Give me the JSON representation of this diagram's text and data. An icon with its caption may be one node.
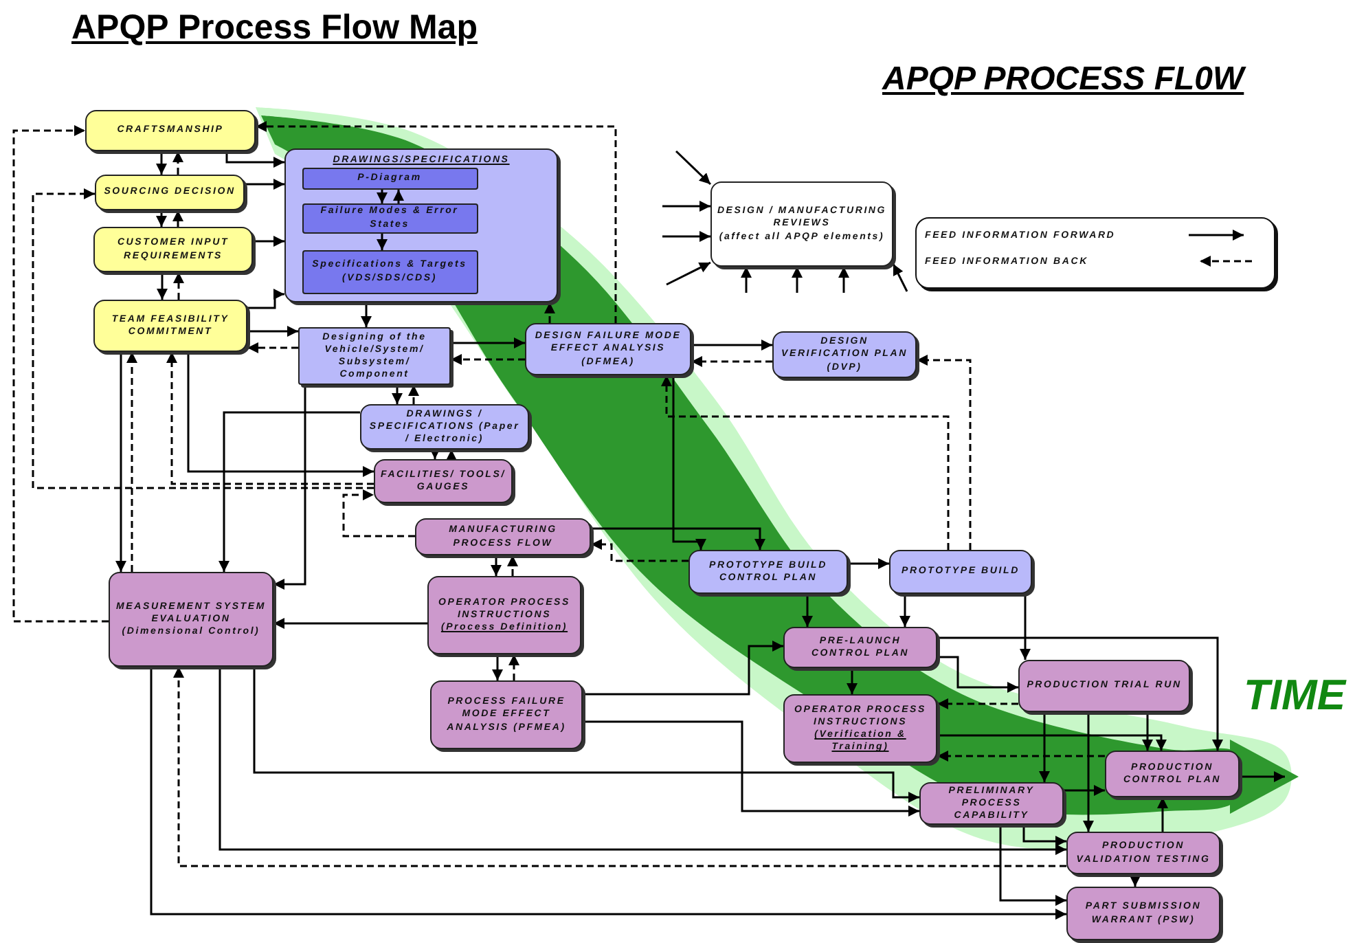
{
  "diagram": {
    "title": "APQP Process Flow Map",
    "nodes": [
      {
        "text": [
          "CRAFTSMANSHIP"
        ]
      },
      {
        "text": [
          "SOURCING DECISION"
        ]
      },
      {
        "text": [
          "CUSTOMER INPUT REQUIREMENTS"
        ]
      },
      {
        "text": [
          "TEAM FEASIBILITY COMMITMENT"
        ]
      },
      {
        "text": [
          "DRAWINGS/SPECIFICATIONS"
        ]
      },
      {
        "text": [
          "P-Diagram"
        ],
        "in": 4
      },
      {
        "text": [
          "Failure Modes & Error States"
        ],
        "in": 4
      },
      {
        "text": [
          "Specifications & Targets (VDS/SDS/CDS)"
        ],
        "in": 4
      },
      {
        "text": [
          "Designing of the Vehicle/System/ Subsystem/ Component"
        ]
      },
      {
        "text": [
          "DESIGN FAILURE MODE EFFECT ANALYSIS (DFMEA)"
        ]
      },
      {
        "text": [
          "DESIGN VERIFICATION PLAN (DVP)"
        ]
      },
      {
        "text": [
          "DESIGN / MANUFACTURING REVIEWS",
          "(affect all APQP elements)"
        ]
      },
      {
        "text": [
          "DRAWINGS / SPECIFICATIONS (Paper / Electronic)"
        ]
      },
      {
        "text": [
          "FACILITIES/ TOOLS/ GAUGES"
        ]
      },
      {
        "text": [
          "MANUFACTURING PROCESS FLOW"
        ]
      },
      {
        "text": [
          "PROTOTYPE BUILD CONTROL PLAN"
        ]
      },
      {
        "text": [
          "PROTOTYPE BUILD"
        ]
      },
      {
        "text": [
          "MEASUREMENT SYSTEM EVALUATION",
          "(Dimensional Control)"
        ]
      },
      {
        "text": [
          "OPERATOR PROCESS INSTRUCTIONS",
          "(Process Definition)"
        ]
      },
      {
        "text": [
          "PRE-LAUNCH CONTROL PLAN"
        ]
      },
      {
        "text": [
          "PRODUCTION TRIAL RUN"
        ]
      },
      {
        "text": [
          "PROCESS FAILURE MODE EFFECT ANALYSIS (PFMEA)"
        ]
      },
      {
        "text": [
          "OPERATOR PROCESS INSTRUCTIONS",
          "(Verification & Training)"
        ]
      },
      {
        "text": [
          "PRODUCTION CONTROL PLAN"
        ]
      },
      {
        "text": [
          "PRELIMINARY PROCESS CAPABILITY"
        ]
      },
      {
        "text": [
          "PRODUCTION VALIDATION TESTING"
        ]
      },
      {
        "text": [
          "PART SUBMISSION WARRANT (PSW)"
        ]
      }
    ],
    "edges": [
      {
        "from": 0,
        "to": 1,
        "arrow": "to"
      },
      {
        "from": 1,
        "to": 0,
        "arrow": "to",
        "style": "dashed"
      },
      {
        "from": 1,
        "to": 2,
        "arrow": "to"
      },
      {
        "from": 2,
        "to": 1,
        "arrow": "to",
        "style": "dashed"
      },
      {
        "from": 2,
        "to": 3,
        "arrow": "to"
      },
      {
        "from": 3,
        "to": 2,
        "arrow": "to",
        "style": "dashed"
      },
      {
        "from": 0,
        "to": 4,
        "arrow": "to"
      },
      {
        "from": 1,
        "to": 4,
        "arrow": "to"
      },
      {
        "from": 2,
        "to": 4,
        "arrow": "to"
      },
      {
        "from": 3,
        "to": 4,
        "arrow": "to"
      },
      {
        "from": 5,
        "to": 6,
        "arrow": "to"
      },
      {
        "from": 6,
        "to": 5,
        "arrow": "to"
      },
      {
        "from": 6,
        "to": 7,
        "arrow": "to"
      },
      {
        "from": 4,
        "to": 8,
        "arrow": "to"
      },
      {
        "from": 8,
        "to": 3,
        "arrow": "to",
        "style": "dashed"
      },
      {
        "from": 3,
        "to": 8,
        "arrow": "to"
      },
      {
        "from": 8,
        "to": 9,
        "arrow": "to"
      },
      {
        "from": 9,
        "to": 8,
        "arrow": "to",
        "style": "dashed"
      },
      {
        "from": 9,
        "to": 4,
        "arrow": "to",
        "style": "dashed"
      },
      {
        "from": 9,
        "to": 10,
        "arrow": "to"
      },
      {
        "from": 10,
        "to": 9,
        "arrow": "to",
        "style": "dashed"
      },
      {
        "from": 9,
        "to": 0,
        "arrow": "to",
        "style": "dashed"
      },
      {
        "from": 8,
        "to": 12,
        "arrow": "to"
      },
      {
        "from": 12,
        "to": 8,
        "arrow": "to",
        "style": "dashed"
      },
      {
        "from": 12,
        "to": 13,
        "arrow": "to"
      },
      {
        "from": 13,
        "to": 12,
        "arrow": "to"
      },
      {
        "from": 3,
        "to": 13,
        "arrow": "to"
      },
      {
        "from": 3,
        "to": 17,
        "arrow": "to"
      },
      {
        "from": 17,
        "to": 3,
        "arrow": "to",
        "style": "dashed"
      },
      {
        "from": 13,
        "to": 3,
        "arrow": "to",
        "style": "dashed"
      },
      {
        "from": 12,
        "to": 17,
        "arrow": "to"
      },
      {
        "from": 8,
        "to": 17,
        "arrow": "to"
      },
      {
        "from": 14,
        "to": 13,
        "arrow": "to",
        "style": "dashed"
      },
      {
        "from": 14,
        "to": 18,
        "arrow": "to"
      },
      {
        "from": 18,
        "to": 14,
        "arrow": "to",
        "style": "dashed"
      },
      {
        "from": 18,
        "to": 21,
        "arrow": "to"
      },
      {
        "from": 21,
        "to": 18,
        "arrow": "to",
        "style": "dashed"
      },
      {
        "from": 18,
        "to": 17,
        "arrow": "to"
      },
      {
        "from": 14,
        "to": 15,
        "arrow": "to"
      },
      {
        "from": 15,
        "to": 14,
        "arrow": "to",
        "style": "dashed"
      },
      {
        "from": 9,
        "to": 15,
        "arrow": "to"
      },
      {
        "from": 15,
        "to": 16,
        "arrow": "to"
      },
      {
        "from": 16,
        "to": 10,
        "arrow": "to",
        "style": "dashed"
      },
      {
        "from": 16,
        "to": 9,
        "arrow": "to",
        "style": "dashed"
      },
      {
        "from": 15,
        "to": 19,
        "arrow": "to"
      },
      {
        "from": 16,
        "to": 19,
        "arrow": "to"
      },
      {
        "from": 16,
        "to": 20,
        "arrow": "to"
      },
      {
        "from": 19,
        "to": 22,
        "arrow": "to"
      },
      {
        "from": 20,
        "to": 22,
        "arrow": "to",
        "style": "dashed"
      },
      {
        "from": 19,
        "to": 20,
        "arrow": "to"
      },
      {
        "from": 19,
        "to": 23,
        "arrow": "to"
      },
      {
        "from": 20,
        "to": 23,
        "arrow": "to"
      },
      {
        "from": 20,
        "to": 24,
        "arrow": "to"
      },
      {
        "from": 20,
        "to": 25,
        "arrow": "to"
      },
      {
        "from": 22,
        "to": 23,
        "arrow": "to"
      },
      {
        "from": 23,
        "to": 22,
        "arrow": "to",
        "style": "dashed"
      },
      {
        "from": 24,
        "to": 23,
        "arrow": "to"
      },
      {
        "from": 24,
        "to": 25,
        "arrow": "to"
      },
      {
        "from": 24,
        "to": 26,
        "arrow": "to"
      },
      {
        "from": 25,
        "to": 23,
        "arrow": "to"
      },
      {
        "from": 25,
        "to": 26,
        "arrow": "to"
      },
      {
        "from": 23,
        "to": null,
        "arrow": "to"
      },
      {
        "from": 17,
        "to": 24,
        "arrow": "to"
      },
      {
        "from": 17,
        "to": 25,
        "arrow": "to"
      },
      {
        "from": 17,
        "to": 26,
        "arrow": "to"
      },
      {
        "from": 21,
        "to": 19,
        "arrow": "to"
      },
      {
        "from": 21,
        "to": 24,
        "arrow": "to"
      },
      {
        "from": 25,
        "to": 17,
        "arrow": "to",
        "style": "dashed"
      },
      {
        "from": 17,
        "to": 0,
        "arrow": "to",
        "style": "dashed"
      },
      {
        "from": 13,
        "to": 1,
        "arrow": "to",
        "style": "dashed"
      },
      {
        "from": null,
        "to": 11,
        "arrow": "to"
      },
      {
        "from": null,
        "to": 11,
        "arrow": "to"
      },
      {
        "from": null,
        "to": 11,
        "arrow": "to"
      },
      {
        "from": null,
        "to": 11,
        "arrow": "to"
      },
      {
        "from": null,
        "to": 11,
        "arrow": "to"
      },
      {
        "from": null,
        "to": 11,
        "arrow": "to"
      },
      {
        "from": null,
        "to": 11,
        "arrow": "to"
      },
      {
        "from": null,
        "to": 11,
        "arrow": "to"
      }
    ],
    "labels": [
      "APQP PROCESS FL0W",
      "TIME"
    ],
    "legend": [
      {
        "text": "FEED INFORMATION FORWARD"
      },
      {
        "text": "FEED INFORMATION BACK"
      }
    ]
  }
}
